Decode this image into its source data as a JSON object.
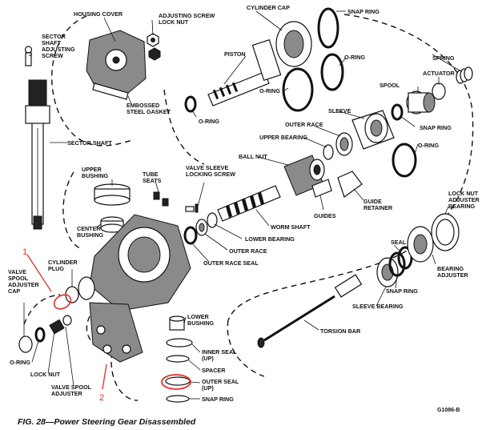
{
  "labels": {
    "housing_cover": "HOUSING COVER",
    "adjusting_screw_lock_nut": "ADJUSTING SCREW\nLOCK NUT",
    "cylinder_cap": "CYLINDER CAP",
    "snap_ring_top": "SNAP RING",
    "sector_shaft_adjusting_screw": "SECTOR\nSHAFT\nADJUSTING\nSCREW",
    "piston": "PISTON",
    "o_ring_cap": "O-RING",
    "spring": "SPRING",
    "actuator": "ACTUATOR",
    "o_ring_piston": "O-RING",
    "embossed_steel_gasket": "EMBOSSED\nSTEEL GASKET",
    "spool": "SPOOL",
    "o_ring_left": "O-RING",
    "sleeve": "SLEEVE",
    "snap_ring_spool": "SNAP RING",
    "outer_race_top": "OUTER RACE",
    "upper_bearing": "UPPER BEARING",
    "sector_shaft": "SECTOR SHAFT",
    "o_ring_sleeve": "O-RING",
    "ball_nut": "BALL NUT",
    "valve_sleeve_locking_screw": "VALVE SLEEVE\nLOCKING SCREW",
    "upper_bushing": "UPPER\nBUSHING",
    "tube_seats": "TUBE\nSEATS",
    "guide_retainer": "GUIDE\nRETAINER",
    "lock_nut_adjuster_bearing": "LOCK NUT\nADJUSTER\nBEARING",
    "guides": "GUIDES",
    "worm_shaft": "WORM SHAFT",
    "center_bushing": "CENTER\nBUSHING",
    "lower_bearing": "LOWER BEARING",
    "outer_race": "OUTER RACE",
    "seal": "SEAL",
    "cylinder_plug": "CYLINDER\nPLUG",
    "outer_race_seal": "OUTER RACE SEAL",
    "bearing_adjuster": "BEARING\nADJUSTER",
    "valve_spool_adjuster_cap": "VALVE\nSPOOL\nADJUSTER\nCAP",
    "snap_ring_right": "SNAP RING",
    "sleeve_bearing": "SLEEVE BEARING",
    "lower_bushing": "LOWER\nBUSHING",
    "torsion_bar": "TORSION BAR",
    "o_ring_bottom": "O-RING",
    "inner_seal": "INNER SEAL\n(UP)",
    "spacer": "SPACER",
    "lock_nut": "LOCK NUT",
    "outer_seal": "OUTER SEAL\n(UP)",
    "valve_spool_adjuster": "VALVE SPOOL\nADJUSTER",
    "snap_ring_bottom": "SNAP RING"
  },
  "markers": {
    "marker_1": "1",
    "marker_2": "2"
  },
  "caption": "FIG. 28—Power Steering Gear Disassembled",
  "figure_code": "G1086-B",
  "colors": {
    "ink": "#111111",
    "highlight": "#e0302a",
    "paper": "#ffffff"
  }
}
